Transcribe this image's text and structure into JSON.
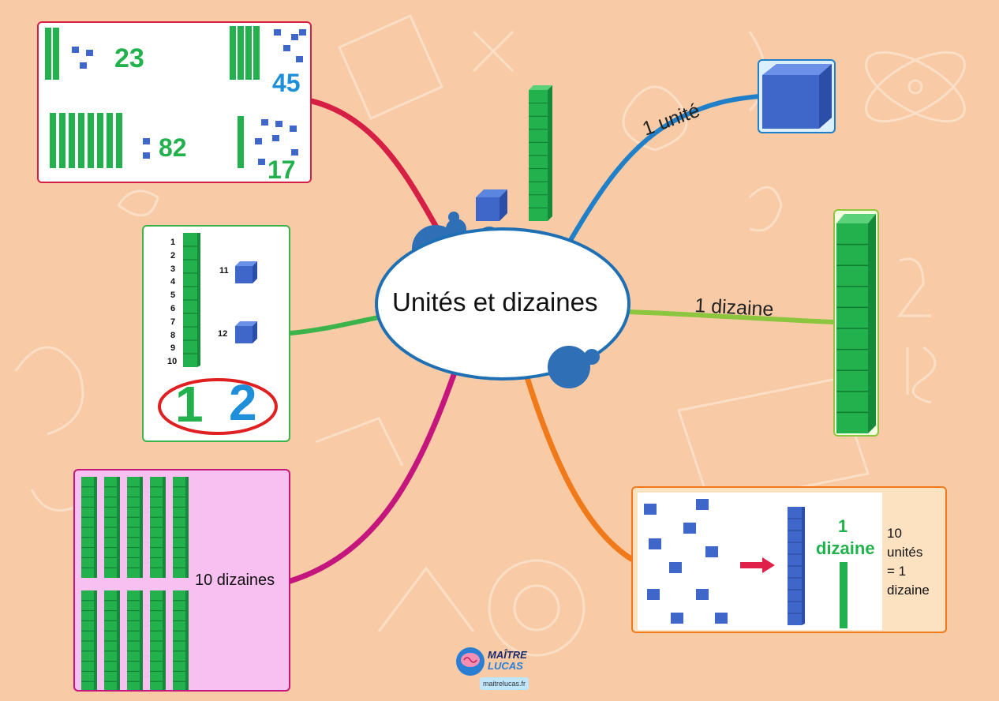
{
  "center": {
    "title": "Unités et dizaines"
  },
  "branches": {
    "unite": {
      "label": "1 unité"
    },
    "dizaine": {
      "label": "1 dizaine"
    },
    "dix_dizaines": {
      "label": "10 dizaines"
    },
    "conversion": {
      "big": "1",
      "word": "dizaine",
      "caption": [
        "10",
        "unités",
        "= 1",
        "dizaine"
      ]
    }
  },
  "numbers_box": {
    "n1": "23",
    "n2": "45",
    "n3": "82",
    "n4": "17"
  },
  "counting_box": {
    "list": [
      "1",
      "2",
      "3",
      "4",
      "5",
      "6",
      "7",
      "8",
      "9",
      "10"
    ],
    "u11": "11",
    "u12": "12",
    "tens_digit": "1",
    "units_digit": "2"
  },
  "logo": {
    "line1": "MAÎTRE",
    "line2": "LUCAS",
    "url": "maitrelucas.fr"
  },
  "colors": {
    "background": "#f8cba6",
    "cube_blue": "#3f67c9",
    "rod_green": "#22b14c",
    "branch_red": "#d61f45",
    "branch_blue": "#1f7fc8",
    "branch_lime": "#8cc63f",
    "branch_orange": "#f07a1a",
    "branch_magenta": "#c4167c",
    "branch_green": "#3cb44b"
  }
}
